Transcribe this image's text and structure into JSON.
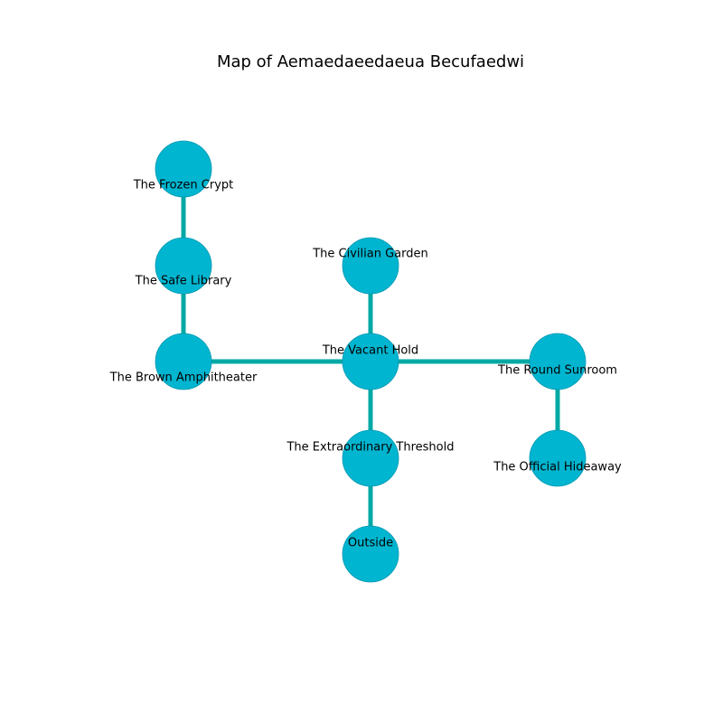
{
  "title": "Map of Aemaedaeedaeua Becufaedwi",
  "colors": {
    "node_fill": "#00b5d0",
    "node_stroke": "#0097b0",
    "edge": "#00a9a5",
    "text": "#000000"
  },
  "nodes": [
    {
      "id": "frozen_crypt",
      "label": "The Frozen Crypt",
      "col": 0,
      "row": 0
    },
    {
      "id": "safe_library",
      "label": "The Safe Library",
      "col": 0,
      "row": 1
    },
    {
      "id": "brown_amphitheater",
      "label": "The Brown Amphitheater",
      "col": 0,
      "row": 2
    },
    {
      "id": "civilian_garden",
      "label": "The Civilian Garden",
      "col": 1,
      "row": 1
    },
    {
      "id": "vacant_hold",
      "label": "The Vacant Hold",
      "col": 1,
      "row": 2
    },
    {
      "id": "extraordinary_threshold",
      "label": "The Extraordinary Threshold",
      "col": 1,
      "row": 3
    },
    {
      "id": "outside",
      "label": "Outside",
      "col": 1,
      "row": 4
    },
    {
      "id": "round_sunroom",
      "label": "The Round Sunroom",
      "col": 2,
      "row": 2
    },
    {
      "id": "official_hideaway",
      "label": "The Official Hideaway",
      "col": 2,
      "row": 3
    }
  ],
  "edges": [
    [
      "frozen_crypt",
      "safe_library"
    ],
    [
      "safe_library",
      "brown_amphitheater"
    ],
    [
      "brown_amphitheater",
      "vacant_hold"
    ],
    [
      "civilian_garden",
      "vacant_hold"
    ],
    [
      "vacant_hold",
      "extraordinary_threshold"
    ],
    [
      "extraordinary_threshold",
      "outside"
    ],
    [
      "vacant_hold",
      "round_sunroom"
    ],
    [
      "round_sunroom",
      "official_hideaway"
    ]
  ]
}
